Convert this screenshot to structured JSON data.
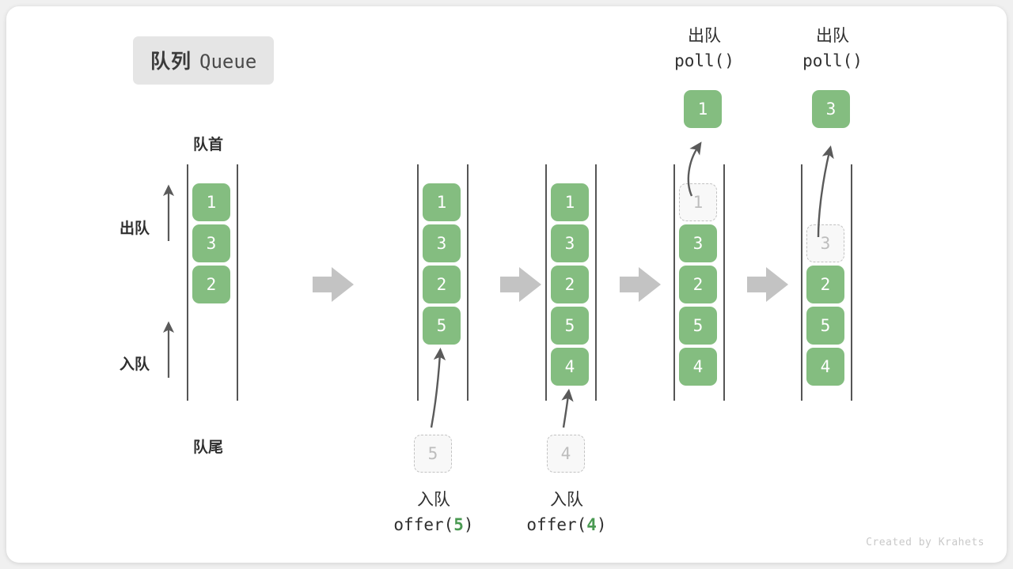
{
  "figure": {
    "title_cn": "队列",
    "title_en": "Queue",
    "watermark": "Created by Krahets",
    "colors": {
      "element_fill": "#84bd80",
      "element_text": "#ffffff",
      "ghost_fill": "#f8f8f8",
      "ghost_border": "#c2c2c2",
      "ghost_text": "#bdbdbd",
      "rail": "#555555",
      "flow_arrow": "#c3c3c3",
      "thin_arrow": "#5a5a5a",
      "badge_bg": "#e5e5e5",
      "accent_green": "#4a9a52",
      "text": "#2f2f2f"
    }
  },
  "annotations": {
    "front_label": "队首",
    "rear_label": "队尾",
    "dequeue_label": "出队",
    "enqueue_label": "入队"
  },
  "steps": [
    {
      "id": "initial",
      "caption_cn": "",
      "caption_fn": "",
      "cells": [
        {
          "value": "1",
          "state": "filled"
        },
        {
          "value": "3",
          "state": "filled"
        },
        {
          "value": "2",
          "state": "filled"
        }
      ]
    },
    {
      "id": "after-offer-5",
      "caption_cn": "入队",
      "caption_fn_prefix": "offer(",
      "caption_fn_arg": "5",
      "caption_fn_suffix": ")",
      "incoming_value": "5",
      "cells": [
        {
          "value": "1",
          "state": "filled"
        },
        {
          "value": "3",
          "state": "filled"
        },
        {
          "value": "2",
          "state": "filled"
        },
        {
          "value": "5",
          "state": "filled"
        }
      ]
    },
    {
      "id": "after-offer-4",
      "caption_cn": "入队",
      "caption_fn_prefix": "offer(",
      "caption_fn_arg": "4",
      "caption_fn_suffix": ")",
      "incoming_value": "4",
      "cells": [
        {
          "value": "1",
          "state": "filled"
        },
        {
          "value": "3",
          "state": "filled"
        },
        {
          "value": "2",
          "state": "filled"
        },
        {
          "value": "5",
          "state": "filled"
        },
        {
          "value": "4",
          "state": "filled"
        }
      ]
    },
    {
      "id": "after-poll-1",
      "caption_cn": "出队",
      "caption_fn": "poll()",
      "popped_value": "1",
      "cells": [
        {
          "value": "1",
          "state": "ghost"
        },
        {
          "value": "3",
          "state": "filled"
        },
        {
          "value": "2",
          "state": "filled"
        },
        {
          "value": "5",
          "state": "filled"
        },
        {
          "value": "4",
          "state": "filled"
        }
      ]
    },
    {
      "id": "after-poll-3",
      "caption_cn": "出队",
      "caption_fn": "poll()",
      "popped_value": "3",
      "cells": [
        {
          "value": "",
          "state": "empty"
        },
        {
          "value": "3",
          "state": "ghost"
        },
        {
          "value": "2",
          "state": "filled"
        },
        {
          "value": "5",
          "state": "filled"
        },
        {
          "value": "4",
          "state": "filled"
        }
      ]
    }
  ]
}
